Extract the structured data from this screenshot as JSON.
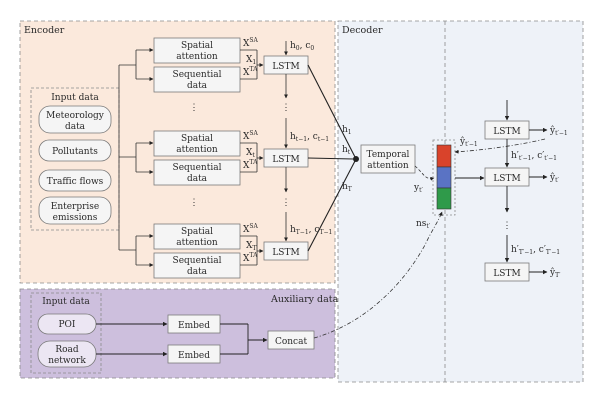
{
  "panels": {
    "encoder": "Encoder",
    "decoder": "Decoder",
    "auxiliary": "Auxiliary data"
  },
  "input_data": {
    "title": "Input data",
    "items": [
      [
        "Meteorology",
        "data"
      ],
      [
        "Pollutants"
      ],
      [
        "Traffic flows"
      ],
      [
        "Enterprise",
        "emissions"
      ]
    ]
  },
  "encoder": {
    "spatial": [
      "Spatial",
      "attention"
    ],
    "sequential": [
      "Sequential",
      "data"
    ],
    "lstm": "LSTM",
    "dots": "⋮",
    "rows": [
      {
        "xsa": "X",
        "xsa_sub": "1",
        "xsa_sup": "SA",
        "xta": "X",
        "xta_sub": "1",
        "xta_sup": "TA",
        "x": "X",
        "x_sub": "1",
        "h": "h",
        "h_sub": "0",
        "c": "c",
        "c_sub": "0"
      },
      {
        "xsa": "X",
        "xsa_sub": "t",
        "xsa_sup": "SA",
        "xta": "X",
        "xta_sub": "t",
        "xta_sup": "TA",
        "x": "X",
        "x_sub": "t",
        "h": "h",
        "h_sub": "t−1",
        "c": "c",
        "c_sub": "t−1"
      },
      {
        "xsa": "X",
        "xsa_sub": "T",
        "xsa_sup": "SA",
        "xta": "X",
        "xta_sub": "T",
        "xta_sup": "TA",
        "x": "X",
        "x_sub": "T",
        "h": "h",
        "h_sub": "T−1",
        "c": "c",
        "c_sub": "T−1"
      }
    ],
    "hidden": [
      {
        "base": "h",
        "sub": "1"
      },
      {
        "base": "h",
        "sub": "t"
      },
      {
        "base": "h",
        "sub": "T"
      }
    ]
  },
  "decoder": {
    "temporal": [
      "Temporal",
      "attention"
    ],
    "y_label": {
      "base": "y",
      "sub": "t′"
    },
    "ns_label": {
      "base": "ns",
      "sub": "t′"
    },
    "yhat_prev_in": {
      "base": "ŷ",
      "sub": "t′−1"
    },
    "lstm": "LSTM",
    "outputs": [
      {
        "base": "ŷ",
        "sub": "t′−1"
      },
      {
        "base": "ŷ",
        "sub": "t′"
      },
      {
        "base": "ŷ",
        "sub": "T′"
      }
    ],
    "state1": {
      "h": "h′",
      "h_sub": "t′−1",
      "c": "c′",
      "c_sub": "t′−1"
    },
    "state2": {
      "h": "h′",
      "h_sub": "T′−1",
      "c": "c′",
      "c_sub": "T′−1"
    },
    "dots": "⋮",
    "concat_colors": [
      "#d9432b",
      "#5a73c4",
      "#2f9a4a"
    ]
  },
  "auxiliary": {
    "title": "Input data",
    "poi": "POI",
    "road": [
      "Road",
      "network"
    ],
    "embed": "Embed",
    "concat": "Concat"
  },
  "colors": {
    "encoder_bg": "#fbe9dc",
    "aux_bg": "#cdbfdd",
    "decoder_bg": "#eef2f8",
    "box_fill": "#f5f5f5",
    "box_stroke": "#7a7a7a"
  }
}
